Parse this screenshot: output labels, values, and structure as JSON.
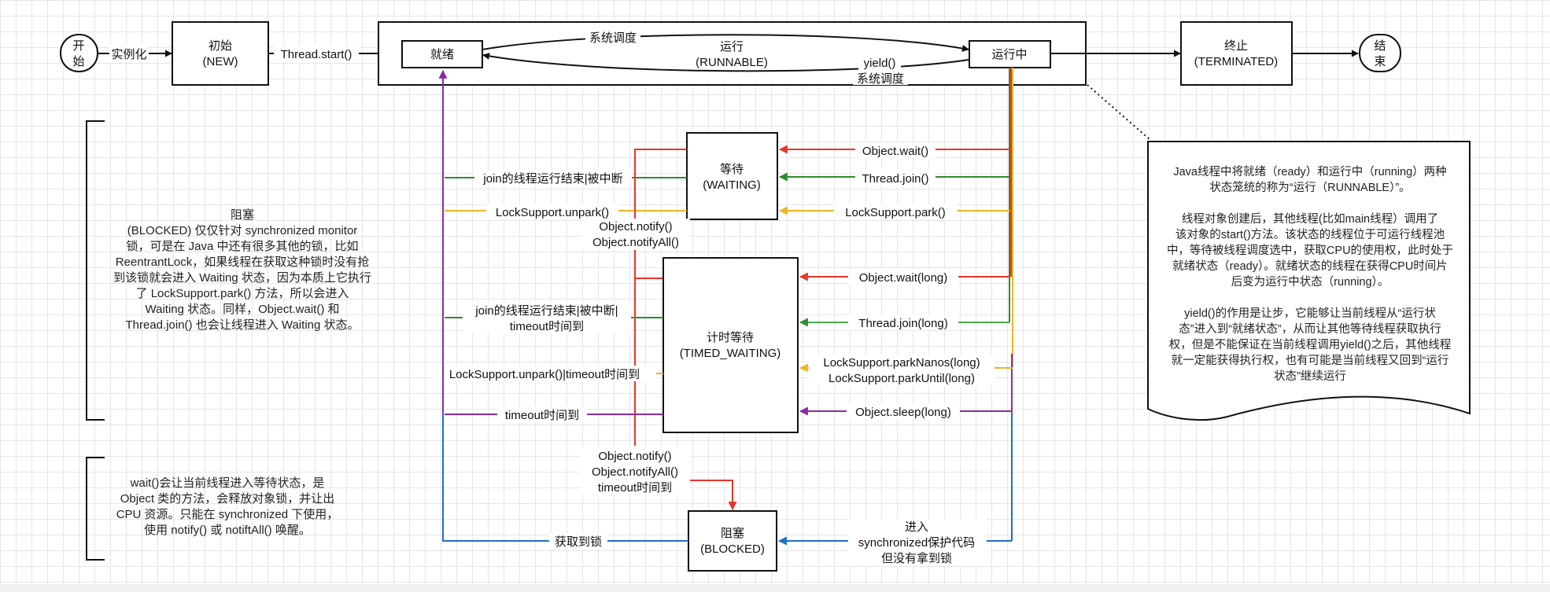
{
  "colors": {
    "red": "#e8352a",
    "green": "#2e8b2e",
    "yellow": "#f0b429",
    "purple": "#8a2ba3",
    "blue": "#1e6fc9",
    "orange": "#f0b429",
    "line": "#111111"
  },
  "nodes": {
    "start": [
      "开",
      "始"
    ],
    "new": [
      "初始",
      "(NEW)"
    ],
    "ready": "就绪",
    "runnable": [
      "运行",
      "(RUNNABLE)"
    ],
    "running": "运行中",
    "terminated": [
      "终止",
      "(TERMINATED)"
    ],
    "end": [
      "结",
      "束"
    ],
    "waiting": [
      "等待",
      "(WAITING)"
    ],
    "timed_waiting": [
      "计时等待",
      "(TIMED_WAITING)"
    ],
    "blocked": [
      "阻塞",
      "(BLOCKED)"
    ]
  },
  "edges": {
    "instantiate": "实例化",
    "thread_start": "Thread.start()",
    "schedule_top": "系统调度",
    "yield": "yield()",
    "schedule_bottom": "系统调度",
    "wait_object_wait": "Object.wait()",
    "wait_thread_join": "Thread.join()",
    "wait_park": "LockSupport.park()",
    "wait_back_join": "join的线程运行结束|被中断",
    "wait_back_unpark": "LockSupport.unpark()",
    "wait_notify": [
      "Object.notify()",
      "Object.notifyAll()"
    ],
    "tw_object_wait": "Object.wait(long)",
    "tw_thread_join": "Thread.join(long)",
    "tw_park": [
      "LockSupport.parkNanos(long)",
      "LockSupport.parkUntil(long)"
    ],
    "tw_sleep": "Object.sleep(long)",
    "tw_back_join": [
      "join的线程运行结束|被中断|",
      "timeout时间到"
    ],
    "tw_back_unpark": "LockSupport.unpark()|timeout时间到",
    "tw_back_timeout": "timeout时间到",
    "tw_notify": [
      "Object.notify()",
      "Object.notifyAll()",
      "timeout时间到"
    ],
    "blocked_enter": [
      "进入",
      "synchronized保护代码",
      "但没有拿到锁"
    ],
    "blocked_get_lock": "获取到锁"
  },
  "notes": {
    "runnable_note": "Java线程中将就绪（ready）和运行中（running）两种\n状态笼统的称为“运行（RUNNABLE）”。\n\n线程对象创建后，其他线程(比如main线程）调用了\n该对象的start()方法。该状态的线程位于可运行线程池\n中，等待被线程调度选中，获取CPU的使用权，此时处于\n就绪状态（ready）。就绪状态的线程在获得CPU时间片\n后变为运行中状态（running）。\n\nyield()的作用是让步，它能够让当前线程从“运行状\n态”进入到“就绪状态”，从而让其他等待线程获取执行\n权，但是不能保证在当前线程调用yield()之后，其他线程\n就一定能获得执行权，也有可能是当前线程又回到“运行\n状态”继续运行",
    "blocked_note": "阻塞\n(BLOCKED) 仅仅针对 synchronized monitor\n锁，可是在 Java 中还有很多其他的锁，比如\nReentrantLock，如果线程在获取这种锁时没有抢\n到该锁就会进入 Waiting 状态，因为本质上它执行\n了 LockSupport.park() 方法，所以会进入\nWaiting 状态。同样，Object.wait() 和\nThread.join() 也会让线程进入 Waiting 状态。",
    "wait_note": "wait()会让当前线程进入等待状态，是\nObject 类的方法，会释放对象锁，并让出\nCPU 资源。只能在 synchronized 下使用，\n使用 notify() 或 notiftAll() 唤醒。"
  }
}
